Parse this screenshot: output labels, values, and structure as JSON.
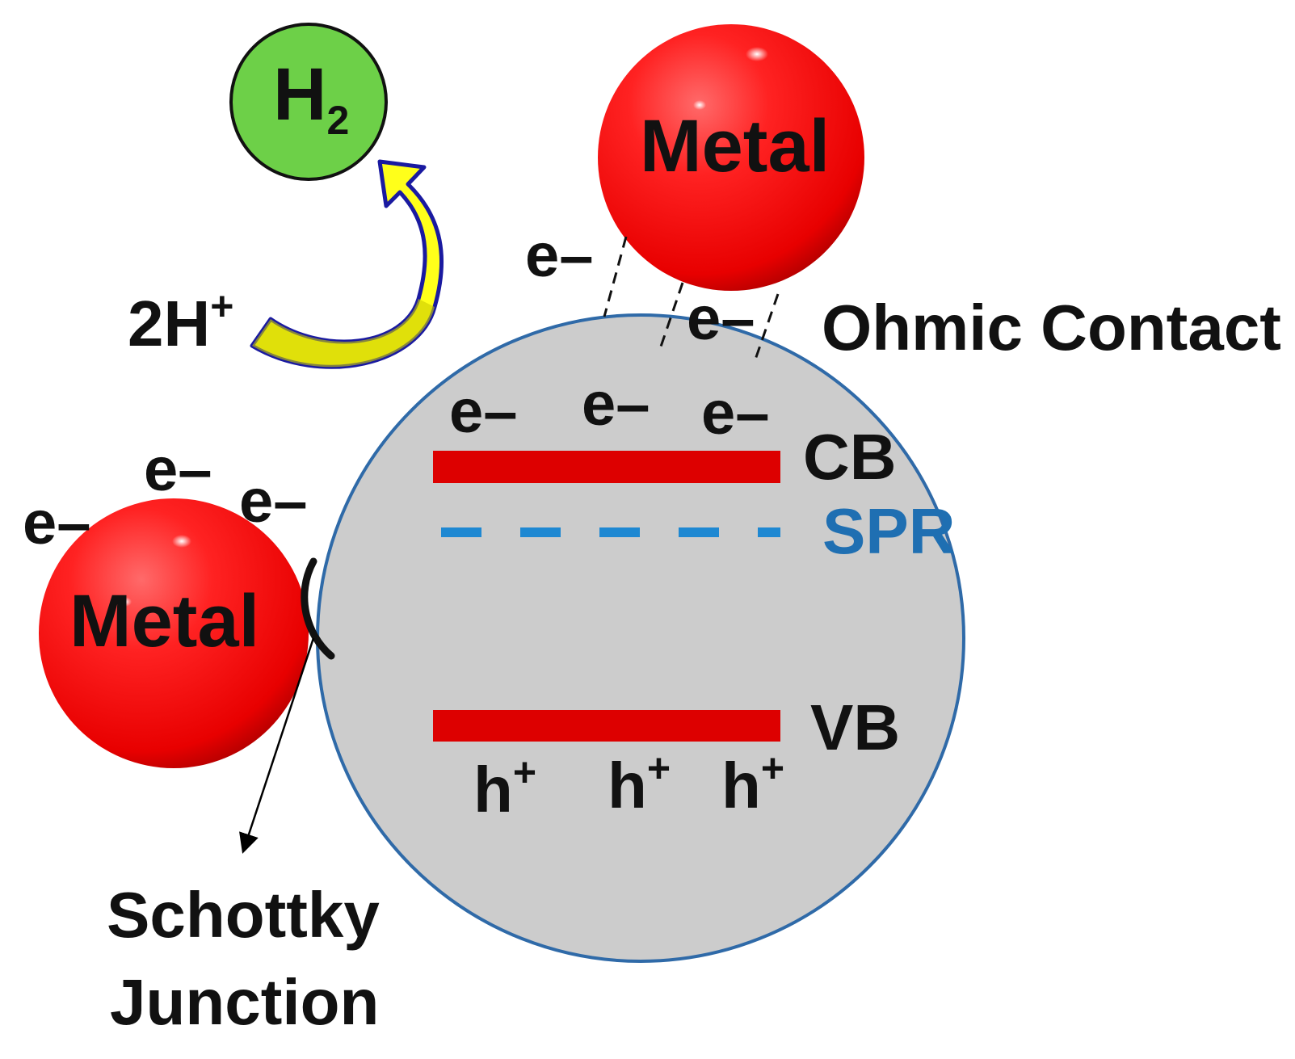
{
  "diagram": {
    "products": {
      "h2_main": "H",
      "h2_sub": "2",
      "proton_main": "2H",
      "proton_sup": "+"
    },
    "particles": {
      "metal_top": "Metal",
      "metal_left": "Metal"
    },
    "electrons": {
      "symbol": "e–"
    },
    "holes": {
      "main": "h",
      "sup": "+"
    },
    "bands": {
      "cb": "CB",
      "vb": "VB",
      "spr": "SPR"
    },
    "contacts": {
      "ohmic": "Ohmic Contact",
      "schottky_line1": "Schottky",
      "schottky_line2": "Junction"
    }
  },
  "colors": {
    "semiconductor_fill": "#cccccc",
    "semiconductor_outline": "#2f6aa8",
    "metal": "#ee1111",
    "h2_fill": "#6dd048",
    "band": "#dd0000",
    "spr": "#1e88d2",
    "arrow_fill": "#ffff1a",
    "arrow_outline": "#1a1aa0"
  }
}
